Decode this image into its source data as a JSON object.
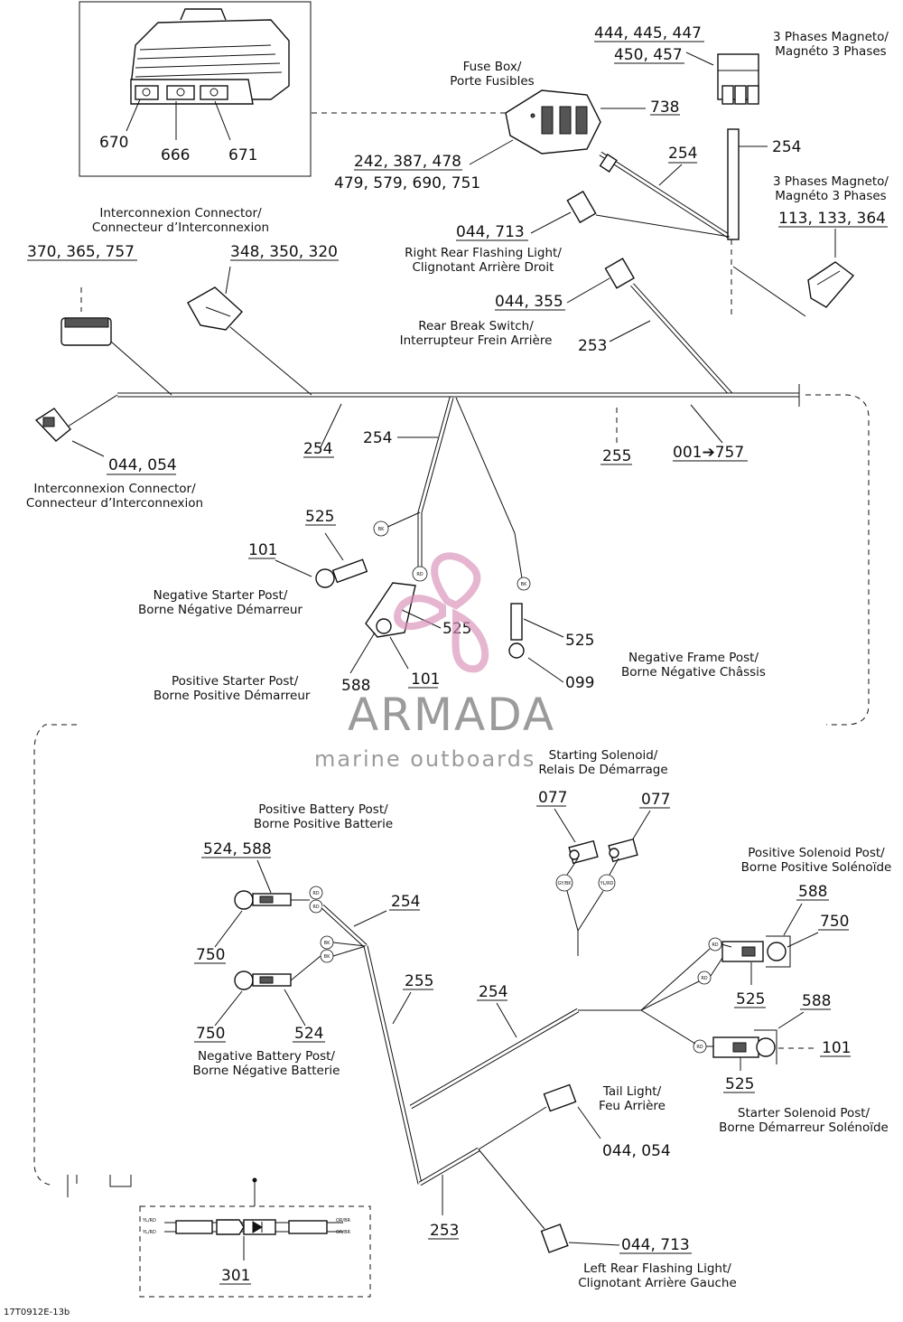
{
  "doc_code": "17T0912E-13b",
  "watermark": {
    "brand": "ARMADA",
    "tagline": "marine outboards"
  },
  "callouts": {
    "c670": "670",
    "c666": "666",
    "c671": "671",
    "c738": "738",
    "c444_447": "444, 445, 447",
    "c450_457": "450, 457",
    "c254_mag": "254",
    "c254_fuse": "254",
    "c242_478": "242, 387, 478",
    "c479_751": "479, 579, 690, 751",
    "c113_364": "113, 133, 364",
    "c044_713_right": "044, 713",
    "c370_757": "370, 365, 757",
    "c348_320": "348, 350, 320",
    "c044_355": "044, 355",
    "c253_top": "253",
    "c254_main": "254",
    "c254_branch": "254",
    "c255_main": "255",
    "c001_757": "001➔757",
    "c044_054_left": "044, 054",
    "c525_a": "525",
    "c101_a": "101",
    "c525_b": "525",
    "c588_a": "588",
    "c101_b": "101",
    "c525_c": "525",
    "c099": "099",
    "c077_a": "077",
    "c077_b": "077",
    "c524_588": "524, 588",
    "c254_bat": "254",
    "c750_a": "750",
    "c255_bat": "255",
    "c254_low": "254",
    "c750_b": "750",
    "c524_b": "524",
    "c588_sol_a": "588",
    "c750_sol": "750",
    "c525_sol_a": "525",
    "c588_sol_b": "588",
    "c101_sol": "101",
    "c525_sol_b": "525",
    "c044_054_tail": "044, 054",
    "c253_low": "253",
    "c044_713_left": "044, 713",
    "c301": "301"
  },
  "labels": {
    "magneto_top": [
      "3 Phases Magneto/",
      "Magnéto 3 Phases"
    ],
    "fuse_box": [
      "Fuse Box/",
      "Porte Fusibles"
    ],
    "magneto_mid": [
      "3 Phases Magneto/",
      "Magnéto 3 Phases"
    ],
    "interconnexion_top": [
      "Interconnexion Connector/",
      "Connecteur d’Interconnexion"
    ],
    "right_rear_flash": [
      "Right Rear Flashing Light/",
      "Clignotant Arrière Droit"
    ],
    "rear_brake": [
      "Rear Break Switch/",
      "Interrupteur Frein Arrière"
    ],
    "interconnexion_bottom": [
      "Interconnexion Connector/",
      "Connecteur d’Interconnexion"
    ],
    "neg_starter": [
      "Negative Starter Post/",
      "Borne Négative Démarreur"
    ],
    "pos_starter": [
      "Positive Starter Post/",
      "Borne Positive Démarreur"
    ],
    "neg_frame": [
      "Negative Frame Post/",
      "Borne Négative Châssis"
    ],
    "starting_solenoid": [
      "Starting Solenoid/",
      "Relais De Démarrage"
    ],
    "pos_battery": [
      "Positive Battery Post/",
      "Borne Positive Batterie"
    ],
    "pos_solenoid": [
      "Positive Solenoid Post/",
      "Borne Positive Solénoïde"
    ],
    "neg_battery": [
      "Negative Battery Post/",
      "Borne Négative Batterie"
    ],
    "tail_light": [
      "Tail Light/",
      "Feu Arrière"
    ],
    "starter_solenoid": [
      "Starter Solenoid Post/",
      "Borne Démarreur Solénoïde"
    ],
    "left_rear_flash": [
      "Left Rear Flashing Light/",
      "Clignotant Arrière Gauche"
    ]
  },
  "wire_tags": {
    "bk": "BK",
    "rd": "RD",
    "gy_bk": "GY/BK",
    "yl_rd": "YL/RD",
    "or_br": "OR/BR"
  },
  "colors": {
    "line": "#111111",
    "watermark_logo": "#d98fb7",
    "watermark_text": "#8a8a8a"
  }
}
